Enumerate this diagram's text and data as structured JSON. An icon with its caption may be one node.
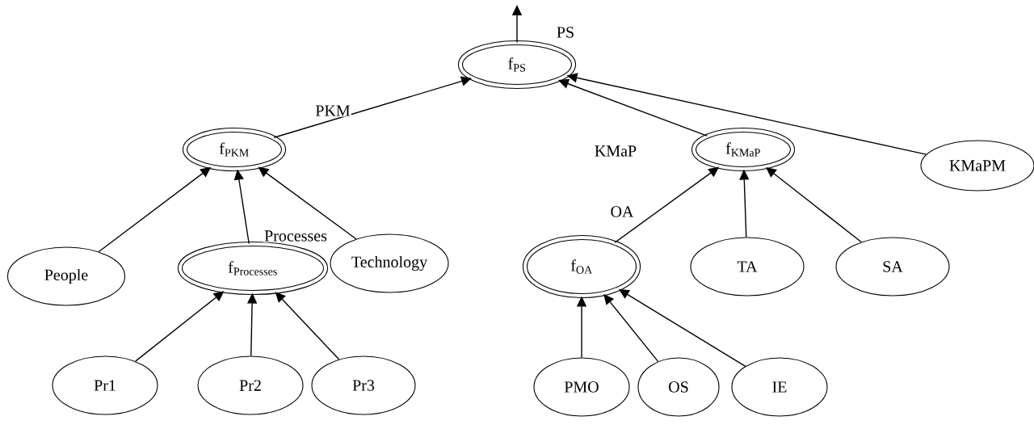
{
  "diagram": {
    "nodes": [
      {
        "text": [
          "\\mathrm{f}_{\\mathrm{PS}}"
        ]
      },
      {
        "text": [
          "\\mathrm{f}_{\\mathrm{PKM}}"
        ]
      },
      {
        "text": [
          "\\mathrm{f}_{\\mathrm{KMaP}}"
        ]
      },
      {
        "text": [
          "KMaPM"
        ]
      },
      {
        "text": [
          "People"
        ]
      },
      {
        "text": [
          "\\mathrm{f}_{\\mathrm{Processes}}"
        ]
      },
      {
        "text": [
          "Technology"
        ]
      },
      {
        "text": [
          "\\mathrm{f}_{\\mathrm{OA}}"
        ]
      },
      {
        "text": [
          "TA"
        ]
      },
      {
        "text": [
          "SA"
        ]
      },
      {
        "text": [
          "Pr1"
        ]
      },
      {
        "text": [
          "Pr2"
        ]
      },
      {
        "text": [
          "Pr3"
        ]
      },
      {
        "text": [
          "PMO"
        ]
      },
      {
        "text": [
          "OS"
        ]
      },
      {
        "text": [
          "IE"
        ]
      }
    ],
    "edges": [
      {
        "from": 0,
        "to": null,
        "arrow": "to",
        "label": "PS"
      },
      {
        "from": 1,
        "to": 0,
        "arrow": "to",
        "label": "PKM"
      },
      {
        "from": 2,
        "to": 0,
        "arrow": "to",
        "label": "KMaP"
      },
      {
        "from": 3,
        "to": 0,
        "arrow": "to"
      },
      {
        "from": 4,
        "to": 1,
        "arrow": "to"
      },
      {
        "from": 5,
        "to": 1,
        "arrow": "to",
        "label": "Processes"
      },
      {
        "from": 6,
        "to": 1,
        "arrow": "to"
      },
      {
        "from": 7,
        "to": 2,
        "arrow": "to",
        "label": "OA"
      },
      {
        "from": 8,
        "to": 2,
        "arrow": "to"
      },
      {
        "from": 9,
        "to": 2,
        "arrow": "to"
      },
      {
        "from": 10,
        "to": 5,
        "arrow": "to"
      },
      {
        "from": 11,
        "to": 5,
        "arrow": "to"
      },
      {
        "from": 12,
        "to": 5,
        "arrow": "to"
      },
      {
        "from": 13,
        "to": 7,
        "arrow": "to"
      },
      {
        "from": 14,
        "to": 7,
        "arrow": "to"
      },
      {
        "from": 15,
        "to": 7,
        "arrow": "to"
      }
    ]
  }
}
